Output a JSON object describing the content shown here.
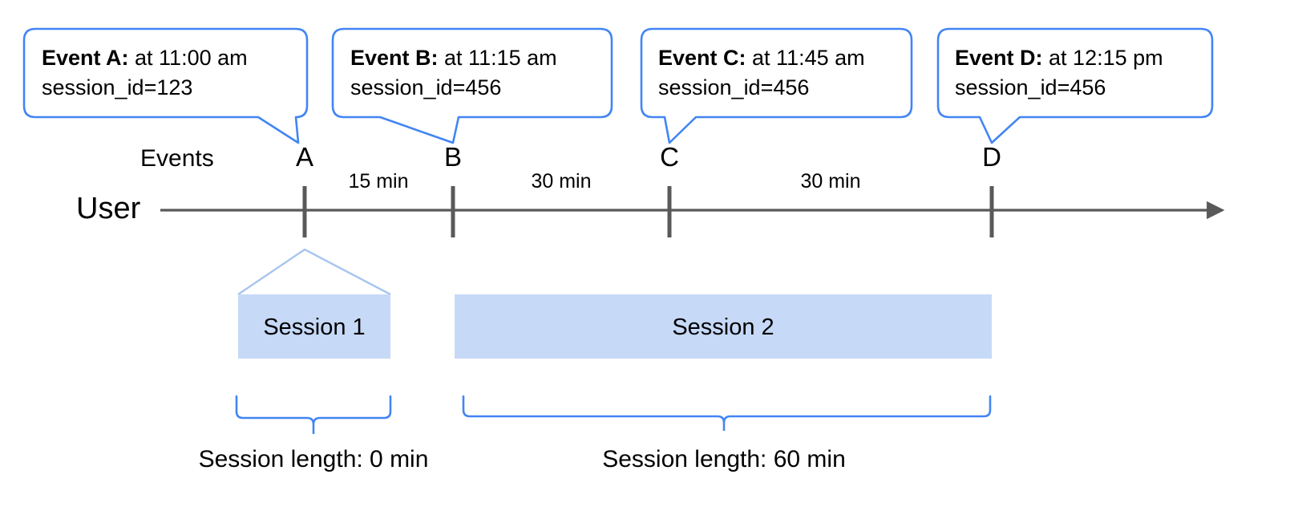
{
  "diagram": {
    "title_row_label": "Events",
    "axis_label": "User",
    "callouts": [
      {
        "id": "A",
        "bold": "Event A:",
        "rest": " at 11:00 am",
        "line2": "session_id=123"
      },
      {
        "id": "B",
        "bold": "Event B:",
        "rest": " at 11:15 am",
        "line2": "session_id=456"
      },
      {
        "id": "C",
        "bold": "Event C:",
        "rest": " at 11:45 am",
        "line2": "session_id=456"
      },
      {
        "id": "D",
        "bold": "Event D:",
        "rest": " at 12:15 pm",
        "line2": "session_id=456"
      }
    ],
    "ticks": [
      {
        "label": "A"
      },
      {
        "label": "B"
      },
      {
        "label": "C"
      },
      {
        "label": "D"
      }
    ],
    "gaps": [
      {
        "label": "15 min"
      },
      {
        "label": "30 min"
      },
      {
        "label": "30 min"
      }
    ],
    "sessions": [
      {
        "label": "Session 1",
        "length_label": "Session length: 0 min"
      },
      {
        "label": "Session 2",
        "length_label": "Session length: 60 min"
      }
    ],
    "colors": {
      "callout_border": "#4285f4",
      "brace": "#4285f4",
      "session_fill": "#c6d9f7",
      "session_edge": "#a8c5ee",
      "axis": "#595959",
      "tick": "#595959",
      "text": "#000000"
    }
  }
}
